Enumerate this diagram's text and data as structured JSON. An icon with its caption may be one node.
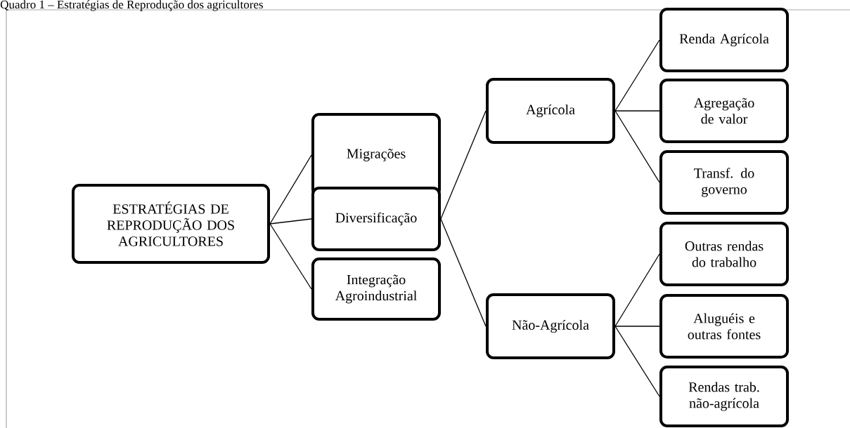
{
  "diagram": {
    "title": "Quadro 1 – Estratégias de Reprodução dos agricultores",
    "nodes": [
      {
        "text": [
          "ESTRATÉGIAS DE REPRODUÇÃO DOS AGRICULTORES"
        ]
      },
      {
        "text": [
          "Migrações"
        ]
      },
      {
        "text": [
          "Diversificação"
        ]
      },
      {
        "text": [
          "Integração Agroindustrial"
        ]
      },
      {
        "text": [
          "Agrícola"
        ]
      },
      {
        "text": [
          "Não-Agrícola"
        ]
      },
      {
        "text": [
          "Renda Agrícola"
        ]
      },
      {
        "text": [
          "Agregação de valor"
        ]
      },
      {
        "text": [
          "Transf. do governo"
        ]
      },
      {
        "text": [
          "Outras rendas do trabalho"
        ]
      },
      {
        "text": [
          "Aluguéis e outras fontes"
        ]
      },
      {
        "text": [
          "Rendas trab. não-agrícola"
        ]
      }
    ],
    "edges": [
      {
        "from": 0,
        "to": 1,
        "arrow": "none"
      },
      {
        "from": 0,
        "to": 2,
        "arrow": "none"
      },
      {
        "from": 0,
        "to": 3,
        "arrow": "none"
      },
      {
        "from": 2,
        "to": 4,
        "arrow": "none"
      },
      {
        "from": 2,
        "to": 5,
        "arrow": "none"
      },
      {
        "from": 4,
        "to": 6,
        "arrow": "none"
      },
      {
        "from": 4,
        "to": 7,
        "arrow": "none"
      },
      {
        "from": 4,
        "to": 8,
        "arrow": "none"
      },
      {
        "from": 5,
        "to": 9,
        "arrow": "none"
      },
      {
        "from": 5,
        "to": 10,
        "arrow": "none"
      },
      {
        "from": 5,
        "to": 11,
        "arrow": "none"
      }
    ]
  }
}
